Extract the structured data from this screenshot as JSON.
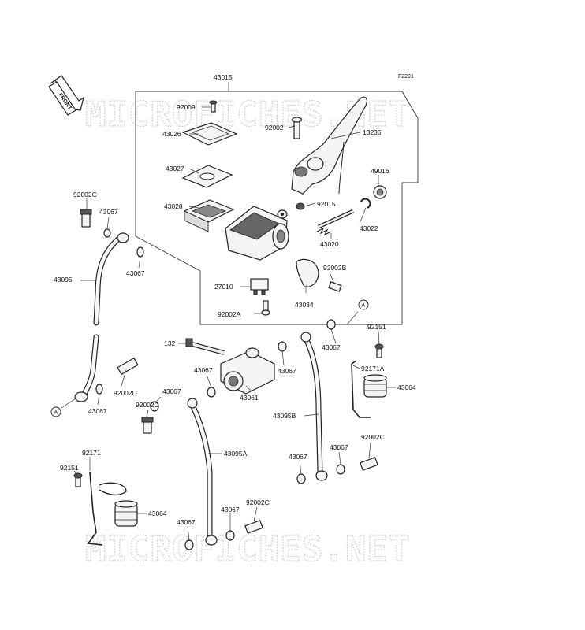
{
  "figure_code": "F2291",
  "front_arrow_label": "FRONT",
  "watermark": "MICROFICHES.NET",
  "labels": {
    "l43015": "43015",
    "l92009": "92009",
    "l43026": "43026",
    "l43027": "43027",
    "l43028": "43028",
    "l92002": "92002",
    "l13236": "13236",
    "l49016": "49016",
    "l92015": "92015",
    "l43022": "43022",
    "l43020": "43020",
    "l92002B": "92002B",
    "l27010": "27010",
    "l43034": "43034",
    "l92002A": "92002A",
    "l92002C_a": "92002C",
    "l43067_a": "43067",
    "l43067_b": "43067",
    "l43095": "43095",
    "l43067_c": "43067",
    "l92002D": "92002D",
    "l132": "132",
    "l43067_d": "43067",
    "l43061": "43061",
    "l43067_e": "43067",
    "l43067_f": "43067",
    "l92002C_b": "92002C",
    "l43095B": "43095B",
    "l43067_g": "43067",
    "l92151_a": "92151",
    "l92171A": "92171A",
    "l43064_a": "43064",
    "l92002C_c": "92002C",
    "l43095A": "43095A",
    "l43067_h": "43067",
    "l43067_i": "43067",
    "l92171": "92171",
    "l92151_b": "92151",
    "l43064_b": "43064",
    "l43067_j": "43067",
    "l43067_k": "43067",
    "l92002C_d": "92002C"
  },
  "callouts": {
    "a1": "A",
    "a2": "A"
  }
}
